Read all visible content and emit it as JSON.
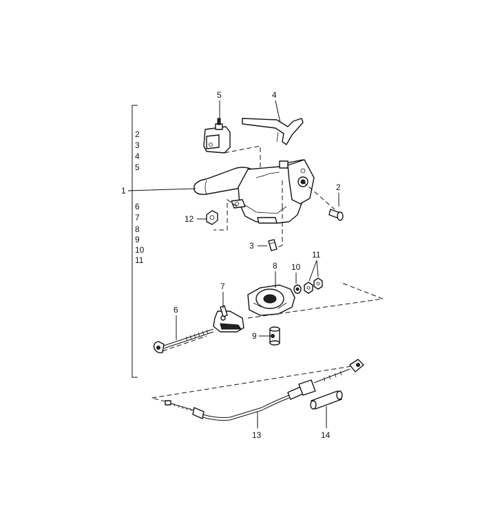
{
  "callouts": {
    "c1": "1",
    "c2": "2",
    "c3": "3",
    "c4": "4",
    "c5": "5",
    "c6": "6",
    "c7": "7",
    "c8": "8",
    "c9": "9",
    "c10": "10",
    "c11": "11",
    "c12": "12",
    "c13": "13",
    "c14": "14"
  },
  "assembly_list": {
    "group_a": [
      "2",
      "3",
      "4",
      "5"
    ],
    "group_b": [
      "6",
      "7",
      "8",
      "9",
      "10",
      "11"
    ]
  }
}
